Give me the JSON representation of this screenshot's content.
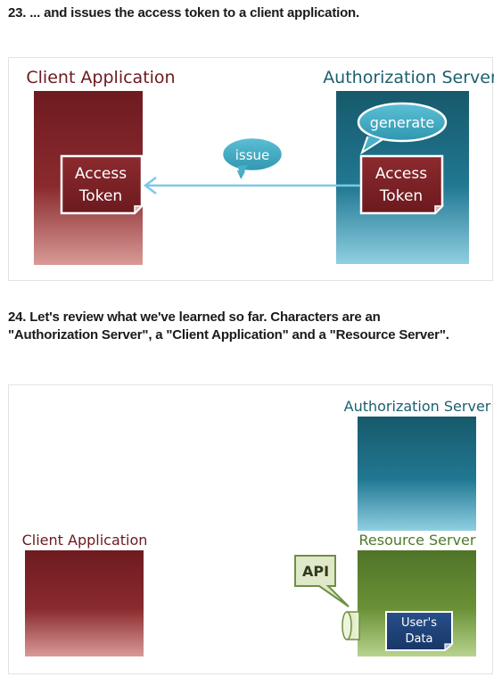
{
  "step23": {
    "heading": "23. ... and issues the access token to a client application.",
    "client_title": "Client Application",
    "server_title": "Authorization Server",
    "bubble_generate": "generate",
    "bubble_issue": "issue",
    "client_token_line1": "Access",
    "client_token_line2": "Token",
    "server_token_line1": "Access",
    "server_token_line2": "Token"
  },
  "step24": {
    "heading_line1": "24. Let's review what we've learned so far. Characters are an",
    "heading_line2": "\"Authorization Server\", a \"Client Application\" and a \"Resource Server\".",
    "auth_title": "Authorization Server",
    "client_title": "Client Application",
    "resource_title": "Resource Server",
    "api_label": "API",
    "data_line1": "User's",
    "data_line2": "Data"
  },
  "colors": {
    "client_box": "#7a1f24",
    "auth_box": "#1c6f84",
    "resource_box": "#5f8431",
    "client_title": "#6b1a1e",
    "auth_title": "#1b6070",
    "resource_title": "#4d7a28",
    "bubble": "#3aa6bd",
    "arrow": "#7ec8e8",
    "api_box": "#dfe8c8",
    "data_card": "#1e3f78"
  }
}
